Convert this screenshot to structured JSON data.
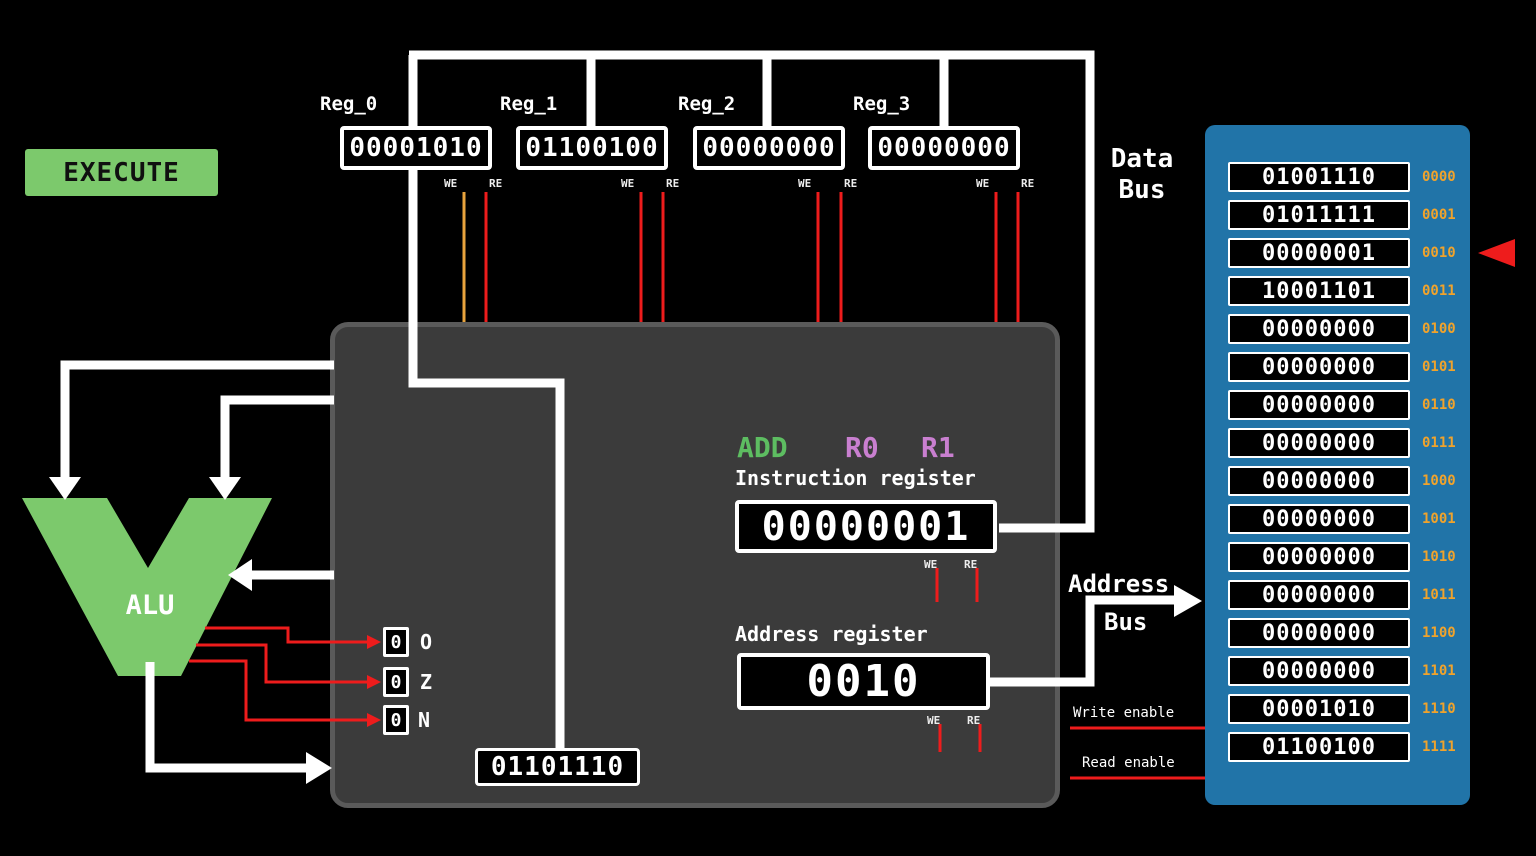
{
  "stage_badge": {
    "label": "EXECUTE"
  },
  "registers": [
    {
      "name": "Reg_0",
      "value": "00001010",
      "we_label": "WE",
      "re_label": "RE"
    },
    {
      "name": "Reg_1",
      "value": "01100100",
      "we_label": "WE",
      "re_label": "RE"
    },
    {
      "name": "Reg_2",
      "value": "00000000",
      "we_label": "WE",
      "re_label": "RE"
    },
    {
      "name": "Reg_3",
      "value": "00000000",
      "we_label": "WE",
      "re_label": "RE"
    }
  ],
  "cpu": {
    "alu_label": "ALU",
    "flags": [
      {
        "label": "O",
        "value": "0"
      },
      {
        "label": "Z",
        "value": "0"
      },
      {
        "label": "N",
        "value": "0"
      }
    ],
    "temp_register_value": "01101110",
    "decoded_instruction": {
      "mnemonic": "ADD",
      "operand1": "R0",
      "operand2": "R1"
    },
    "instruction_register": {
      "label": "Instruction register",
      "value": "00000001",
      "we_label": "WE",
      "re_label": "RE"
    },
    "address_register": {
      "label": "Address register",
      "value": "0010",
      "we_label": "WE",
      "re_label": "RE"
    }
  },
  "buses": {
    "data_bus": {
      "line1": "Data",
      "line2": "Bus"
    },
    "address_bus": {
      "line1": "Address",
      "line2": "Bus"
    },
    "write_enable_label": "Write enable",
    "read_enable_label": "Read enable"
  },
  "memory": {
    "pointer_at_address": "0010",
    "cells": [
      {
        "value": "01001110",
        "address": "0000"
      },
      {
        "value": "01011111",
        "address": "0001"
      },
      {
        "value": "00000001",
        "address": "0010"
      },
      {
        "value": "10001101",
        "address": "0011"
      },
      {
        "value": "00000000",
        "address": "0100"
      },
      {
        "value": "00000000",
        "address": "0101"
      },
      {
        "value": "00000000",
        "address": "0110"
      },
      {
        "value": "00000000",
        "address": "0111"
      },
      {
        "value": "00000000",
        "address": "1000"
      },
      {
        "value": "00000000",
        "address": "1001"
      },
      {
        "value": "00000000",
        "address": "1010"
      },
      {
        "value": "00000000",
        "address": "1011"
      },
      {
        "value": "00000000",
        "address": "1100"
      },
      {
        "value": "00000000",
        "address": "1101"
      },
      {
        "value": "00001010",
        "address": "1110"
      },
      {
        "value": "01100100",
        "address": "1111"
      }
    ]
  },
  "colors": {
    "accent_green": "#7cc96c",
    "mnemonic_green": "#5dbd61",
    "operand_pink": "#c97fd0",
    "memory_panel_blue": "#2174a8",
    "address_gold": "#f0a32c",
    "signal_red": "#ee1c1c",
    "active_signal_orange": "#e8a33d",
    "cpu_body_gray": "#3b3b3b"
  }
}
